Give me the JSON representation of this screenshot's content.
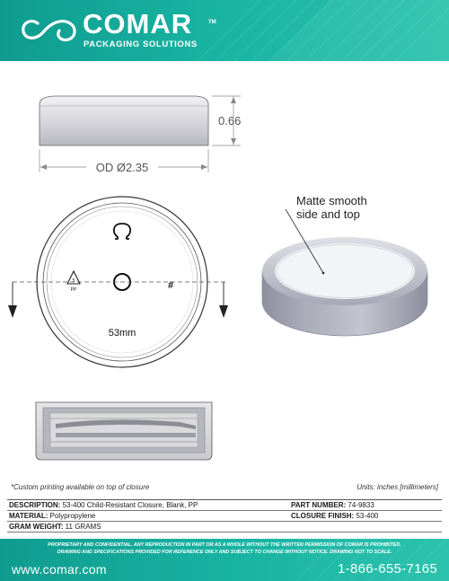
{
  "header": {
    "brand": "COMAR",
    "trademark": "TM",
    "tagline": "PACKAGING SOLUTIONS",
    "logo_icon": "infinity-swirl-icon",
    "color_start": "#0f9c8f",
    "color_end": "#2cc3ae"
  },
  "drawing": {
    "height_dim": "0.66",
    "od_dim": "OD Ø2.35",
    "cap_size": "53mm",
    "hash_mark": "#",
    "callout": [
      "Matte smooth",
      "side and top"
    ]
  },
  "notes": {
    "custom_printing": "*Custom printing available on top of closure",
    "units": "Units: inches [millimeters]"
  },
  "specs": {
    "description_label": "DESCRIPTION:",
    "description_value": "53-400 Child-Resistant Closure, Blank, PP",
    "part_number_label": "PART NUMBER:",
    "part_number_value": "74-9833",
    "material_label": "MATERIAL:",
    "material_value": "Polypropylene",
    "closure_finish_label": "CLOSURE FINISH:",
    "closure_finish_value": "53-400",
    "gram_weight_label": "GRAM WEIGHT:",
    "gram_weight_value": "11 GRAMS"
  },
  "footer": {
    "disclaimer_line1": "PROPRIETARY AND CONFIDENTIAL. ANY REPRODUCTION IN PART OR AS A WHOLE WITHOUT THE WRITTEN PERMISSION OF COMAR IS PROHIBITED.",
    "disclaimer_line2": "DRAWING AND SPECIFICATIONS PROVIDED FOR REFERENCE ONLY AND SUBJECT TO CHANGE WITHOUT NOTICE. DRAWING NOT TO SCALE.",
    "website": "www.comar.com",
    "phone": "1-866-655-7165"
  }
}
